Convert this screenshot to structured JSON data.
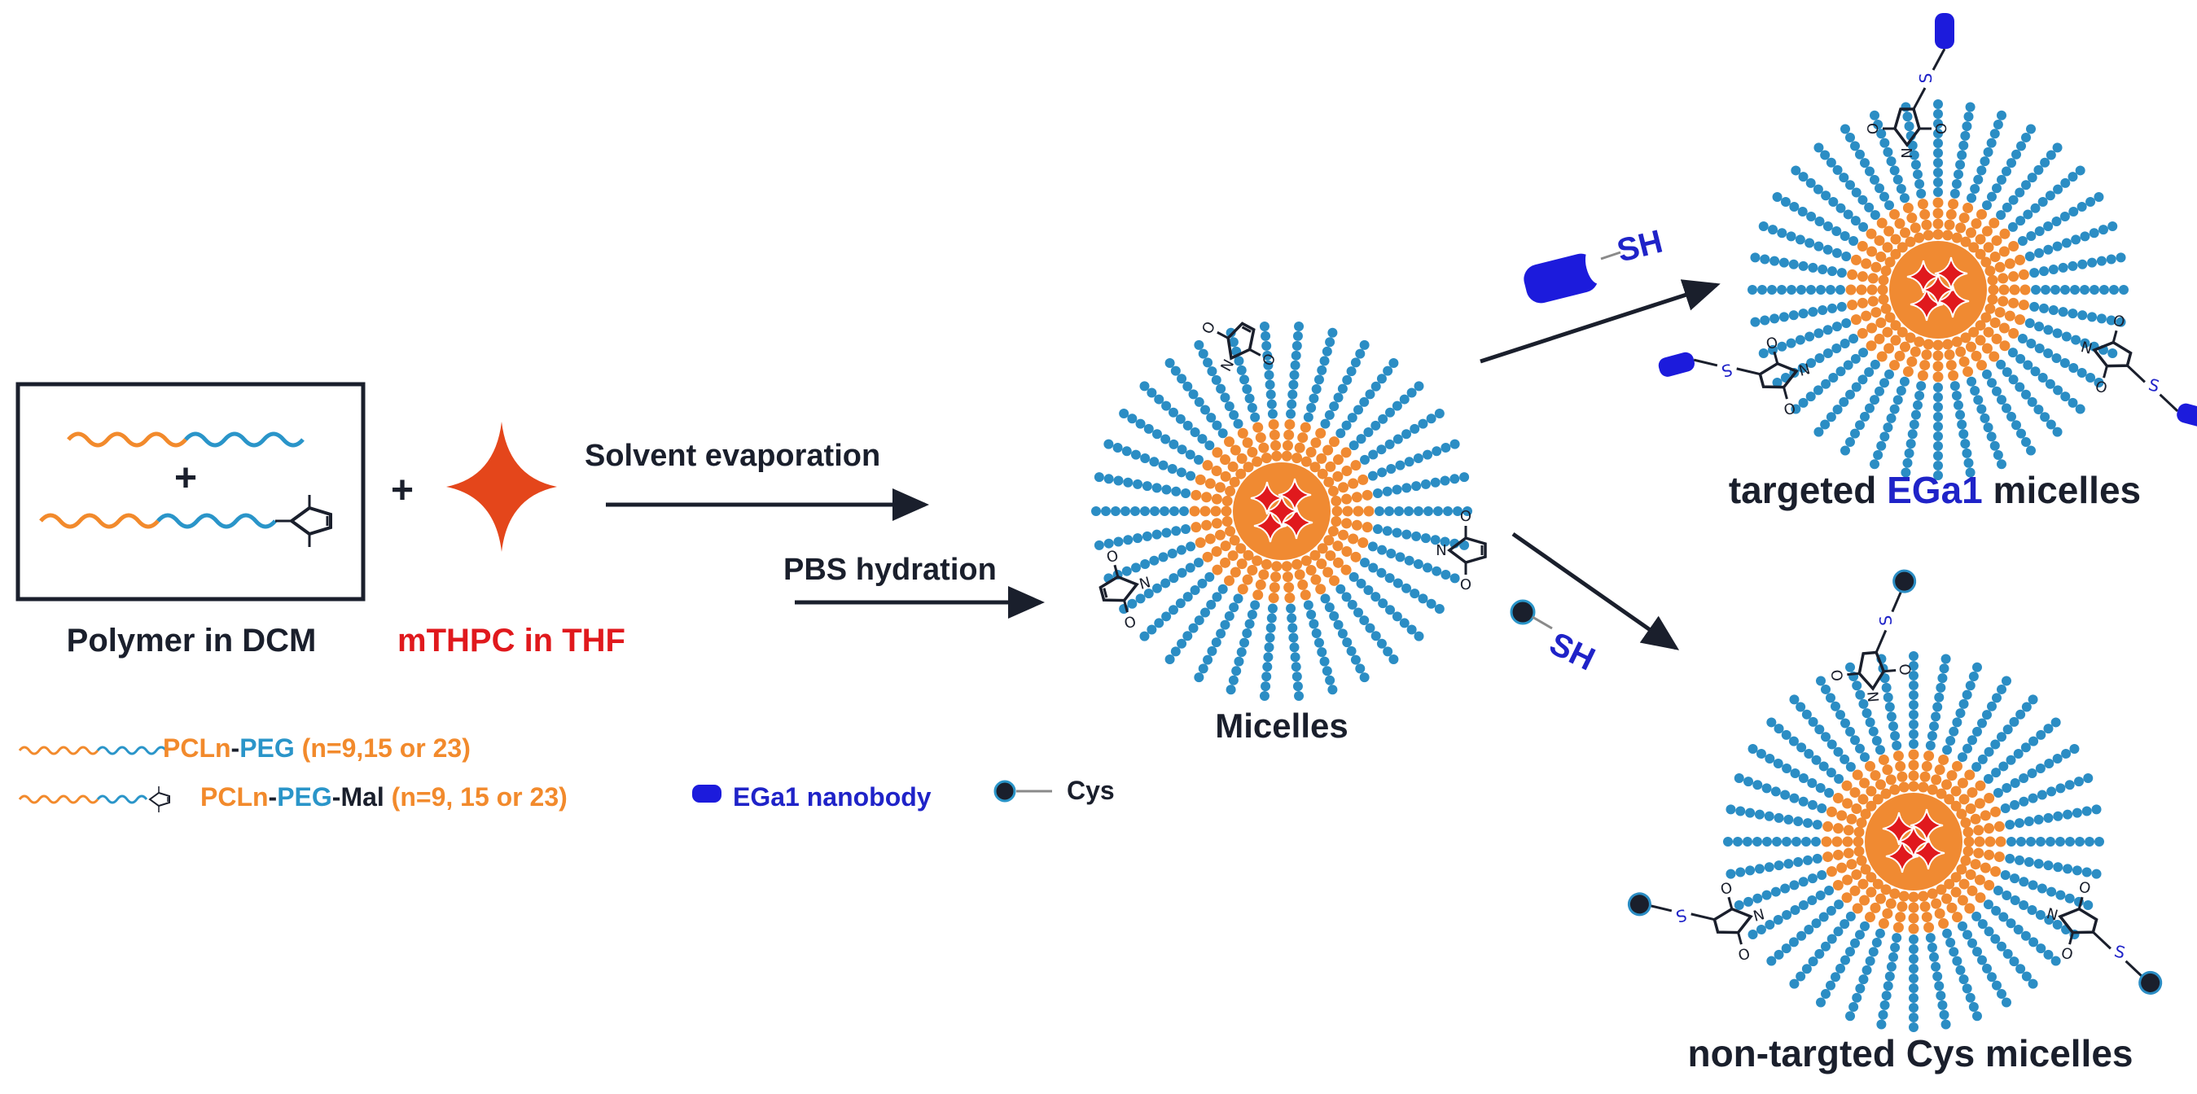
{
  "colors": {
    "pcl": "#f28a2c",
    "peg": "#2a95c9",
    "mthpc": "#e4461b",
    "nanobody": "#1c1bdc",
    "sh": "#1f23c8",
    "dark": "#1a1f2c",
    "core_red": "#e0191d",
    "bead_orange": "#f08a32",
    "bead_blue": "#2b8dc4"
  },
  "labels": {
    "plus1": "+",
    "plus2": "+",
    "polymer": "Polymer in DCM",
    "mthpc": "mTHPC in THF",
    "solvent": "Solvent evaporation",
    "pbs": "PBS hydration",
    "micelles": "Micelles",
    "sh_top": "SH",
    "sh_bottom": "SH",
    "targeted_prefix": "targeted ",
    "targeted_mid": "EGa1",
    "targeted_suffix": " micelles",
    "nontargeted": "non-targted Cys micelles",
    "atom_n": "N",
    "atom_o": "O",
    "atom_s": "S"
  },
  "legend": {
    "row1": {
      "a": "PCLn",
      "b": "-",
      "c": "PEG",
      "d": " (n=9,15 or 23)"
    },
    "row2": {
      "a": "PCLn",
      "b": "-",
      "c": "PEG",
      "d": "-Mal",
      "e": " (n=9, 15 or 23)"
    },
    "nanobody": "EGa1 nanobody",
    "cys": "Cys"
  }
}
